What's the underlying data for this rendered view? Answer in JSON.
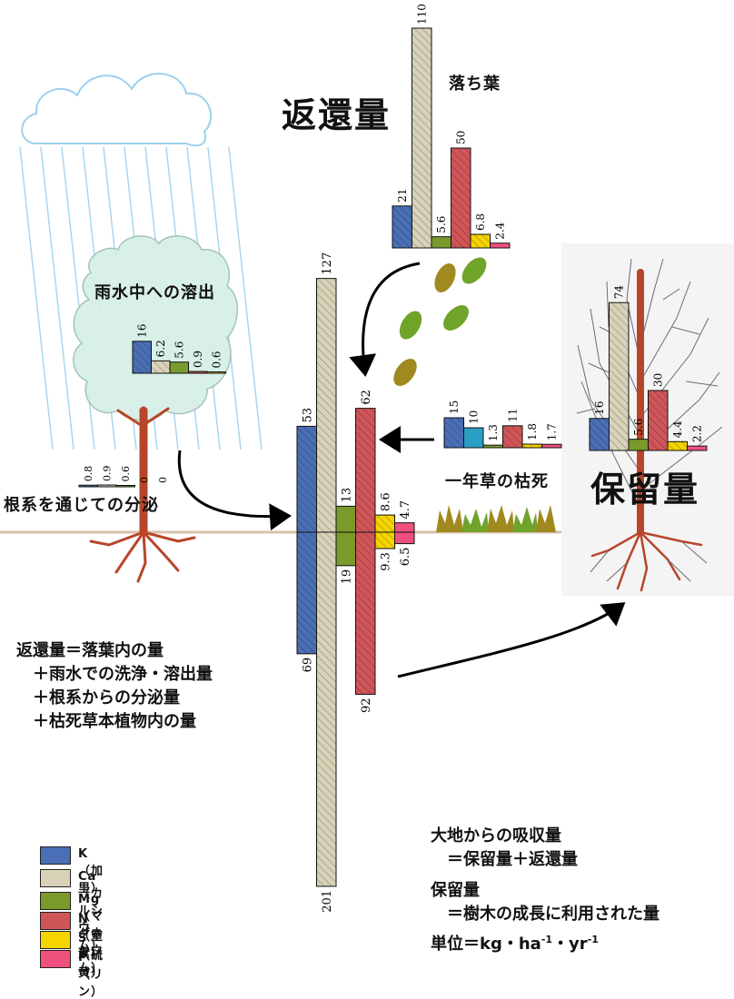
{
  "colors": {
    "K": "#4a6fb5",
    "Ca": "#d8d2b8",
    "Mg": "#7a9a2b",
    "N": "#d05558",
    "S": "#f5d400",
    "P": "#f0507e",
    "teal": "#2a9fc4",
    "ground": "#d9c2aa"
  },
  "labels": {
    "return_title": "返還量",
    "retention_title": "保留量",
    "litter": "落ち葉",
    "rain_leach": "雨水中への溶出",
    "root_exudate": "根系を通じての分泌",
    "annual_grass": "一年草の枯死"
  },
  "formula_return": [
    "返還量＝落葉内の量",
    "　＋雨水での洗浄・溶出量",
    "　＋根系からの分泌量",
    "　＋枯死草本植物内の量"
  ],
  "formula_uptake": [
    "大地からの吸収量",
    "　＝保留量＋返還量",
    "保留量",
    "　＝樹木の成長に利用された量"
  ],
  "unit_line": {
    "prefix": "単位＝kg・ha",
    "exp1": "-1",
    "mid": "・yr",
    "exp2": "-1"
  },
  "legend": [
    {
      "key": "K",
      "label": "K （加里）"
    },
    {
      "key": "Ca",
      "label": "Ca（カルシウム）"
    },
    {
      "key": "Mg",
      "label": "Mg（マグネシウム）"
    },
    {
      "key": "N",
      "label": "N （窒素）"
    },
    {
      "key": "S",
      "label": "S （硫黄）"
    },
    {
      "key": "P",
      "label": "P （リン）"
    }
  ],
  "chart_data": [
    {
      "type": "bar",
      "name": "落ち葉",
      "categories": [
        "K",
        "Ca",
        "Mg",
        "N",
        "S",
        "P"
      ],
      "values": [
        21,
        110,
        5.6,
        50,
        6.8,
        2.4
      ],
      "value_labels": [
        "21",
        "110",
        "5.6",
        "50",
        "6.8",
        "2.4"
      ]
    },
    {
      "type": "bar",
      "name": "雨水中への溶出",
      "categories": [
        "K",
        "Ca",
        "Mg",
        "N",
        "S",
        "P"
      ],
      "values": [
        16,
        6.2,
        5.6,
        0.9,
        0.6
      ],
      "value_labels": [
        "16",
        "6.2",
        "5.6",
        "0.9",
        "0.6"
      ]
    },
    {
      "type": "bar",
      "name": "根系を通じての分泌",
      "categories": [
        "K",
        "Ca",
        "Mg",
        "N",
        "S"
      ],
      "values": [
        0.8,
        0.9,
        0.6,
        0,
        0
      ],
      "value_labels": [
        "0.8",
        "0.9",
        "0.6",
        "0",
        "0"
      ]
    },
    {
      "type": "bar",
      "name": "一年草の枯死",
      "categories": [
        "K",
        "teal",
        "Mg",
        "N",
        "S",
        "P"
      ],
      "values": [
        15,
        10,
        1.3,
        11,
        1.8,
        1.7
      ],
      "value_labels": [
        "15",
        "10",
        "1.3",
        "11",
        "1.8",
        "1.7"
      ]
    },
    {
      "type": "bar",
      "name": "保留量",
      "categories": [
        "K",
        "Ca",
        "Mg",
        "N",
        "S",
        "P"
      ],
      "values": [
        16,
        74,
        5.6,
        30,
        4.4,
        2.2
      ],
      "value_labels": [
        "16",
        "74",
        "5.6",
        "30",
        "4.4",
        "2.2"
      ]
    },
    {
      "type": "bar",
      "name": "返還量（地上）",
      "categories": [
        "K",
        "Ca",
        "Mg",
        "N",
        "S",
        "P"
      ],
      "values": [
        53,
        127,
        13,
        62,
        8.6,
        4.7
      ],
      "value_labels": [
        "53",
        "127",
        "13",
        "62",
        "8.6",
        "4.7"
      ]
    },
    {
      "type": "bar",
      "name": "大地からの吸収量（地下）",
      "categories": [
        "K",
        "Ca",
        "Mg",
        "N",
        "S",
        "P"
      ],
      "values": [
        69,
        201,
        19,
        92,
        9.3,
        6.5
      ],
      "value_labels": [
        "69",
        "201",
        "19",
        "92",
        "9.3",
        "6.5"
      ]
    }
  ]
}
